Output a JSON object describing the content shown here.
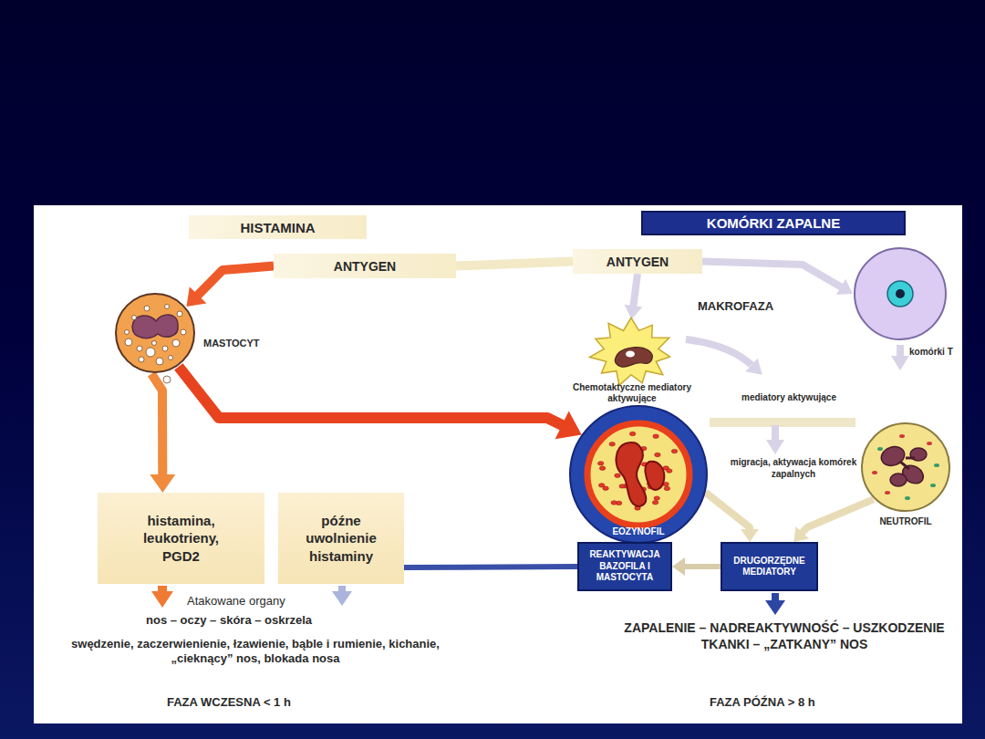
{
  "diagram": {
    "nodes": [
      {
        "text": [
          "HISTAMINA"
        ]
      },
      {
        "text": [
          "KOMÓRKI ZAPALNE"
        ]
      },
      {
        "text": [
          "ANTYGEN"
        ]
      },
      {
        "text": [
          "ANTYGEN"
        ]
      },
      {
        "text": [
          "MASTOCYT"
        ]
      },
      {
        "text": [
          "MAKROFAZA",
          "Chemotaktyczne mediatory aktywujące"
        ]
      },
      {
        "text": [
          "komórki T"
        ]
      },
      {
        "text": [
          "EOZYNOFIL"
        ]
      },
      {
        "text": [
          "NEUTROFIL"
        ]
      },
      {
        "text": [
          "histamina, leukotrieny, PGD2"
        ]
      },
      {
        "text": [
          "późne uwolnienie histaminy"
        ]
      },
      {
        "text": [
          "REAKTYWACJA BAZOFILA I MASTOCYTA"
        ]
      },
      {
        "text": [
          "DRUGORZĘDNE MEDIATORY"
        ]
      }
    ],
    "edges": [
      {
        "from": 2,
        "to": 3,
        "arrow": "none"
      },
      {
        "from": 2,
        "to": 4,
        "arrow": "to"
      },
      {
        "from": 4,
        "to": 9,
        "arrow": "to"
      },
      {
        "from": 4,
        "to": 7,
        "arrow": "to"
      },
      {
        "from": 3,
        "to": 5,
        "arrow": "to"
      },
      {
        "from": 3,
        "to": 6,
        "arrow": "to"
      },
      {
        "from": 7,
        "to": 12,
        "arrow": "to"
      },
      {
        "from": 8,
        "to": 12,
        "arrow": "to"
      },
      {
        "from": 12,
        "to": 11,
        "arrow": "to"
      },
      {
        "from": 11,
        "to": 10,
        "arrow": "none"
      }
    ],
    "labels": [
      "mediatory aktywujące",
      "migracja, aktywacja komórek zapalnych",
      "Atakowane organy",
      "nos – oczy – skóra – oskrzela",
      "swędzenie, zaczerwienienie, łzawienie, bąble i rumienie, kichanie, „cieknący” nos, blokada nosa",
      "ZAPALENIE – NADREAKTYWNOŚĆ – USZKODZENIE TKANKI – „ZATKANY” NOS",
      "FAZA WCZESNA < 1 h",
      "FAZA PÓŹNA > 8 h"
    ]
  }
}
